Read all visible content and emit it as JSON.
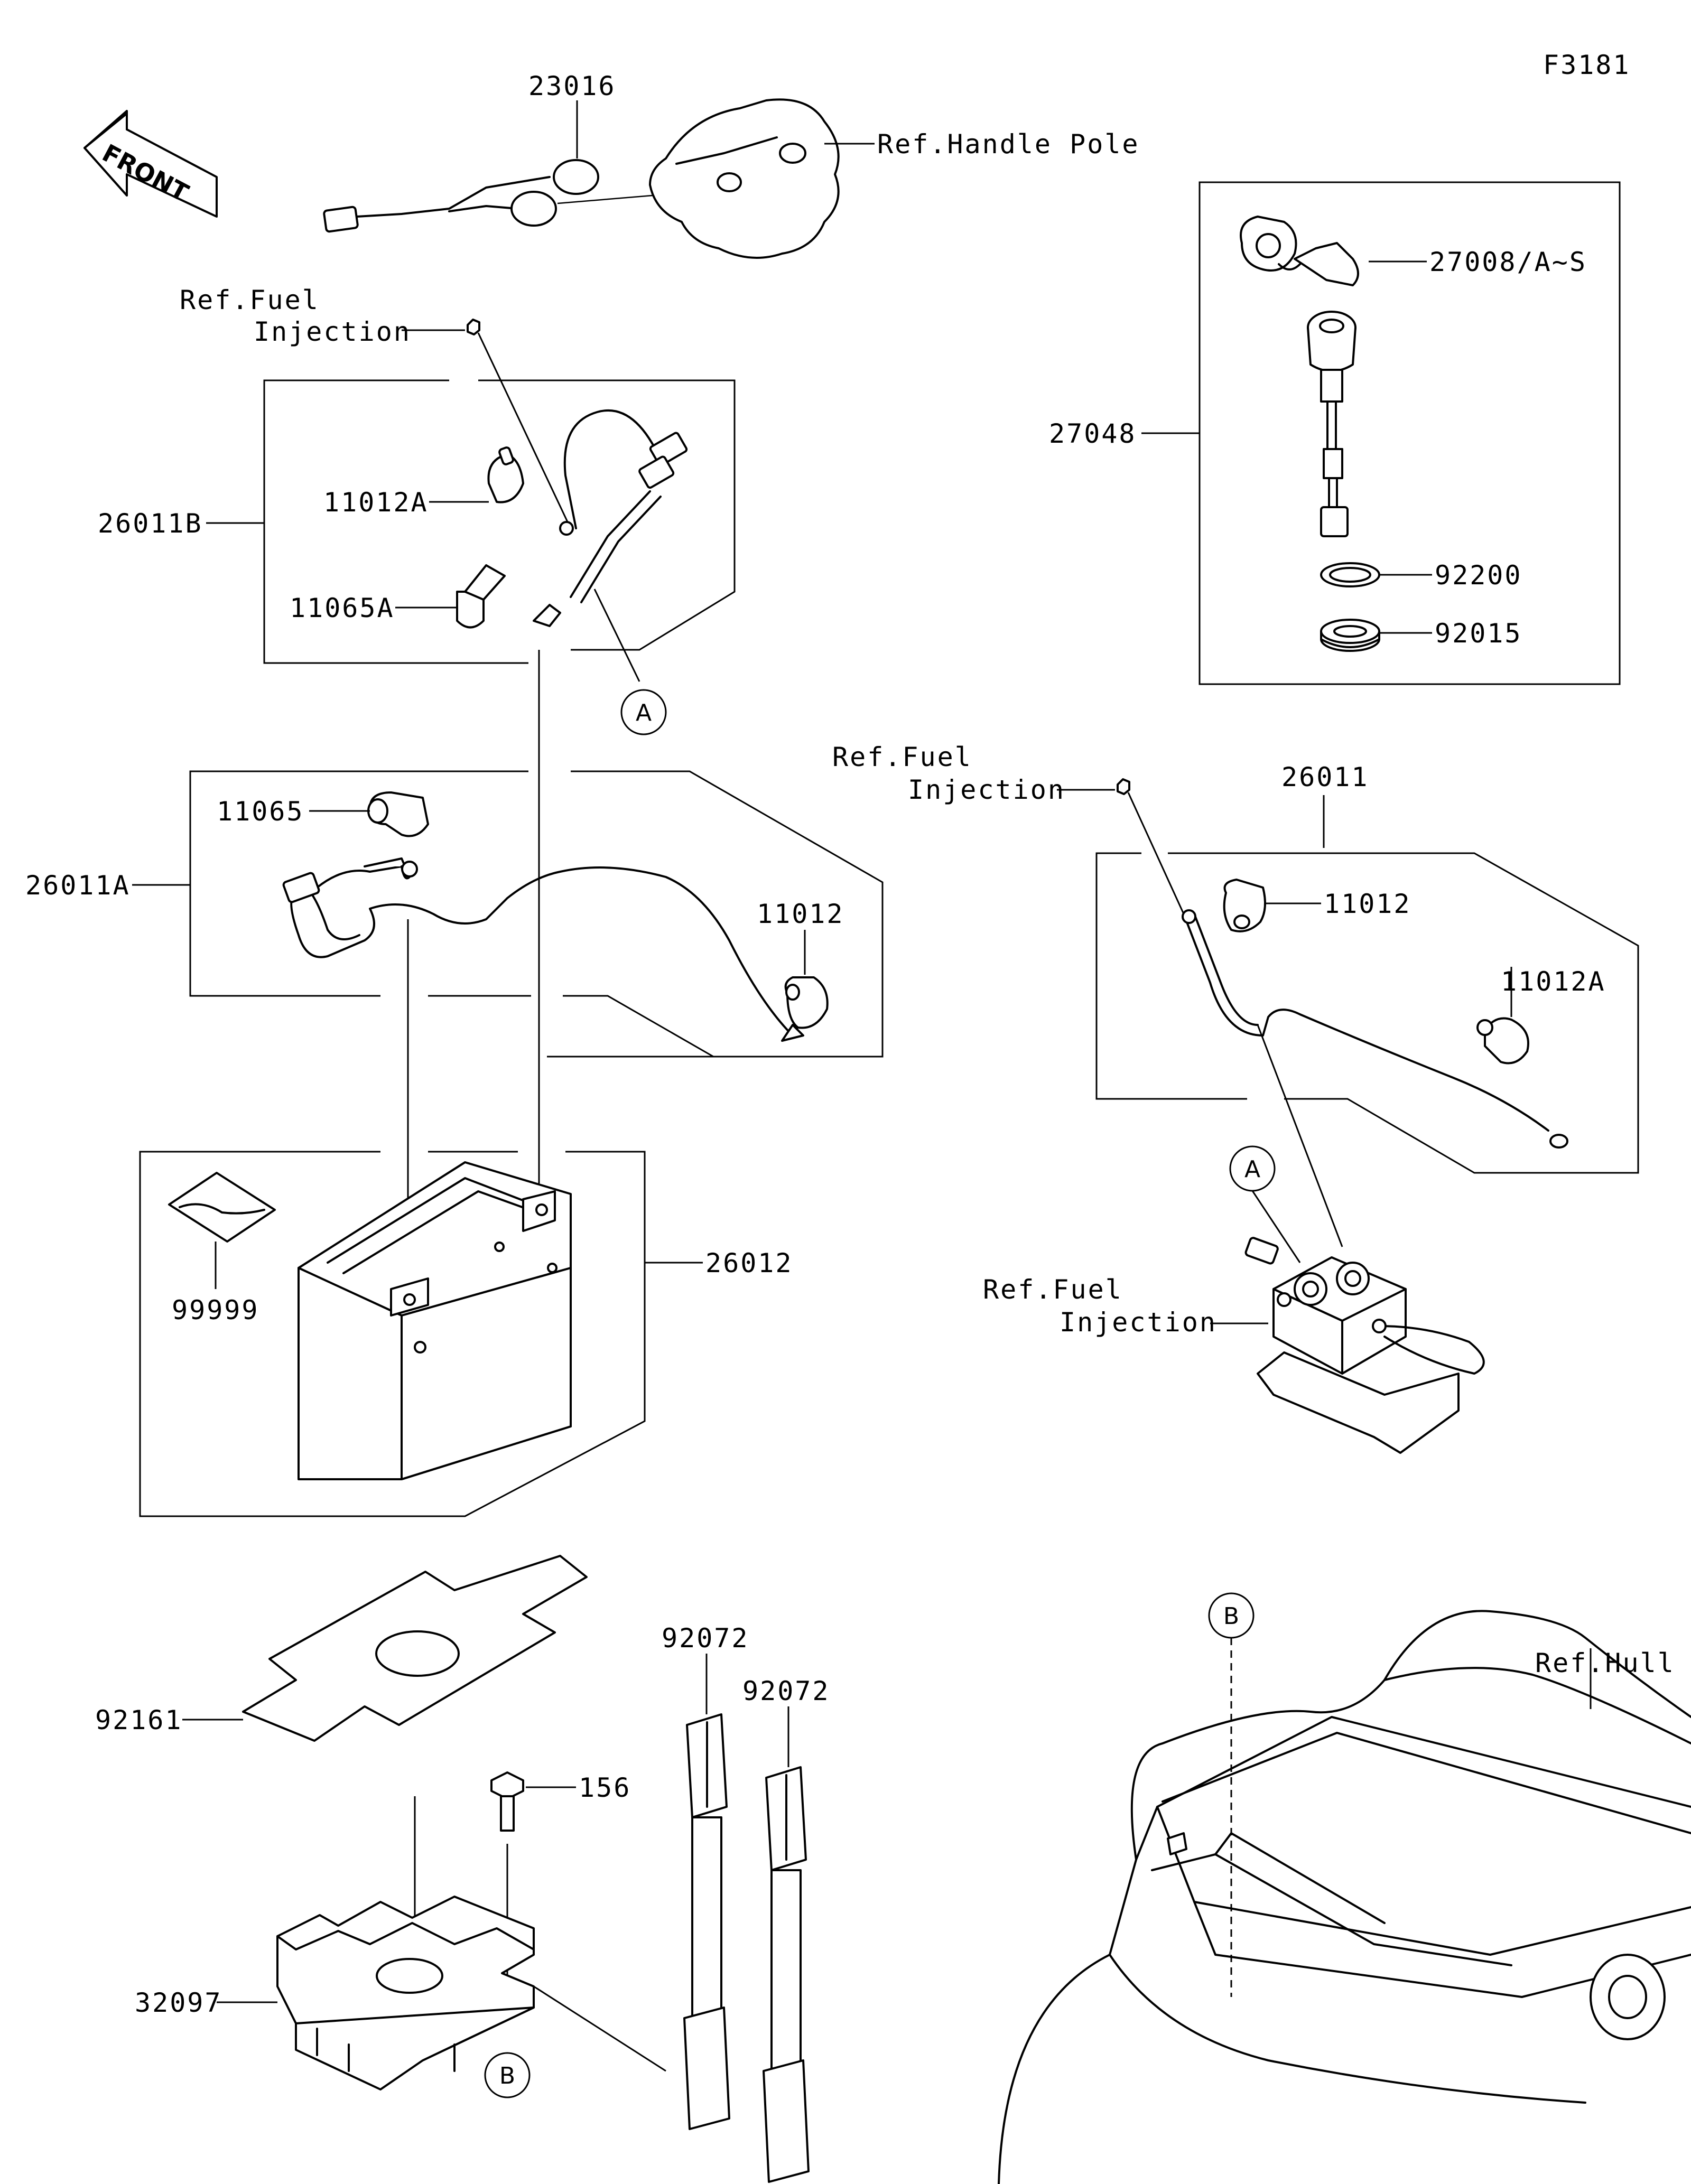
{
  "diagram": {
    "figure_code": "F3181",
    "front_label": "FRONT",
    "callouts": {
      "p23016": "23016",
      "ref_handle_pole": "Ref.Handle Pole",
      "ref_fuel_1_line1": "Ref.Fuel",
      "ref_fuel_1_line2": "Injection",
      "p26011B": "26011B",
      "p11012A_1": "11012A",
      "p11065A": "11065A",
      "p11065": "11065",
      "p26011A": "26011A",
      "p11012_1": "11012",
      "p27008": "27008/A~S",
      "p27048": "27048",
      "p92200": "92200",
      "p92015": "92015",
      "ref_fuel_2_line1": "Ref.Fuel",
      "ref_fuel_2_line2": "Injection",
      "p26011": "26011",
      "p11012_2": "11012",
      "p11012A_2": "11012A",
      "ref_fuel_3_line1": "Ref.Fuel",
      "ref_fuel_3_line2": "Injection",
      "p26012": "26012",
      "p99999": "99999",
      "p92161": "92161",
      "p156": "156",
      "p32097": "32097",
      "p92072_1": "92072",
      "p92072_2": "92072",
      "ref_hull": "Ref.Hull"
    },
    "markers": {
      "a1": "A",
      "a2": "A",
      "b1": "B",
      "b2": "B"
    }
  }
}
